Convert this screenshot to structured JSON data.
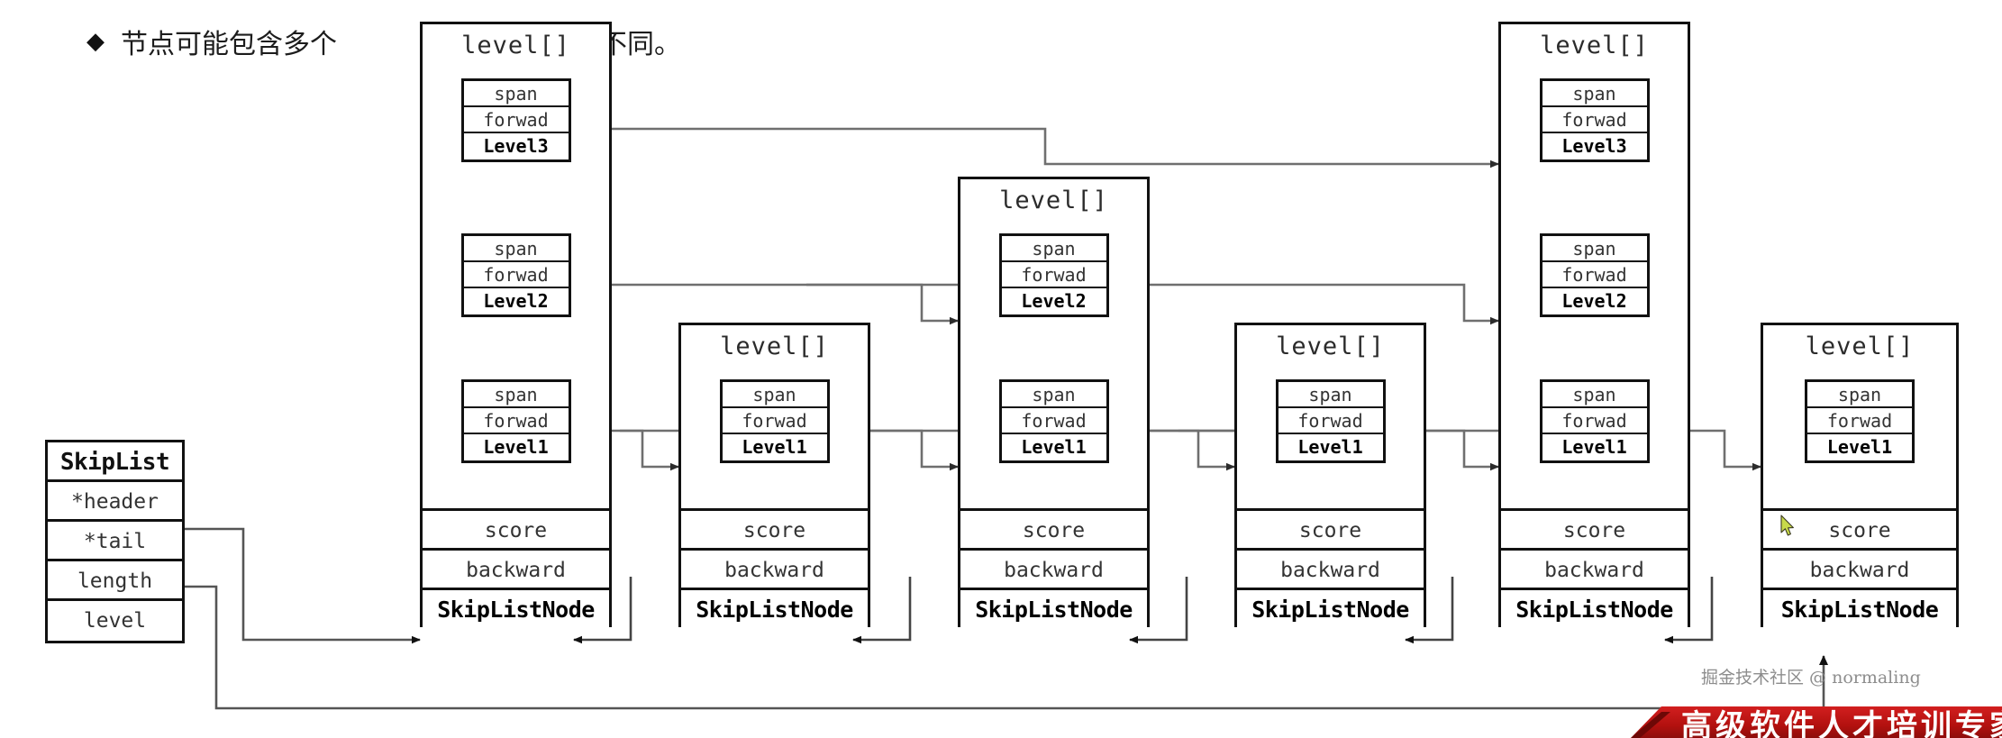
{
  "caption": {
    "bullet": "◆",
    "text_before": "节点可能包含多个",
    "text_after": "度不同。"
  },
  "skiplist": {
    "title": "SkipList",
    "fields": [
      "*header",
      "*tail",
      "length",
      "level"
    ]
  },
  "node_labels": {
    "levels_title": "level[]",
    "span": "span",
    "forward": "forwad",
    "score": "score",
    "backward": "backward",
    "node_name": "SkipListNode",
    "level3": "Level3",
    "level2": "Level2",
    "level1": "Level1"
  },
  "nodes": [
    {
      "id": "node-1",
      "levels": [
        "Level3",
        "Level2",
        "Level1"
      ],
      "fields": [
        "score",
        "backward",
        "SkipListNode"
      ]
    },
    {
      "id": "node-2",
      "levels": [
        "Level1"
      ],
      "fields": [
        "score",
        "backward",
        "SkipListNode"
      ]
    },
    {
      "id": "node-3",
      "levels": [
        "Level2",
        "Level1"
      ],
      "fields": [
        "score",
        "backward",
        "SkipListNode"
      ]
    },
    {
      "id": "node-4",
      "levels": [
        "Level1"
      ],
      "fields": [
        "score",
        "backward",
        "SkipListNode"
      ]
    },
    {
      "id": "node-5",
      "levels": [
        "Level3",
        "Level2",
        "Level1"
      ],
      "fields": [
        "score",
        "backward",
        "SkipListNode"
      ]
    },
    {
      "id": "node-6",
      "levels": [
        "Level1"
      ],
      "fields": [
        "score",
        "backward",
        "SkipListNode"
      ]
    }
  ],
  "watermark": {
    "text": "掘金技术社区 @ normaling"
  },
  "banner": {
    "text": "高级软件人才培训专家",
    "color": "#c41717"
  },
  "colors": {
    "stroke": "#111111",
    "wire": "#6f6f6f",
    "background": "#ffffff",
    "text": "#333333"
  }
}
